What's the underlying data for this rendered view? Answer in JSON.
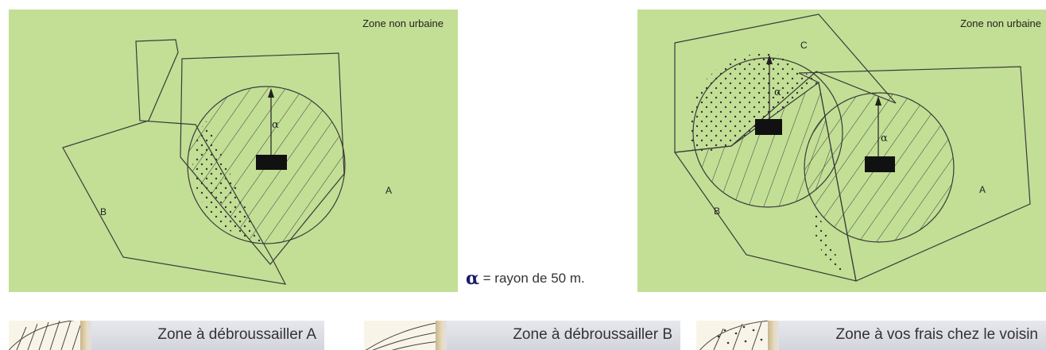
{
  "left_panel": {
    "zone_label": "Zone non urbaine",
    "plot_labels": [
      "B",
      "A"
    ],
    "radius_symbol": "α"
  },
  "right_panel": {
    "zone_label": "Zone non urbaine",
    "plot_labels": [
      "C",
      "B",
      "A"
    ],
    "radius_symbol": "α"
  },
  "note": {
    "symbol": "α",
    "text": " = rayon de 50 m."
  },
  "legend": [
    {
      "pattern": "diagonal-hatch",
      "label": "Zone à débroussailler A"
    },
    {
      "pattern": "curved-lines",
      "label": "Zone à débroussailler B"
    },
    {
      "pattern": "dotted",
      "label": "Zone à vos frais chez le voisin"
    }
  ],
  "colors": {
    "panel_background": "#c2df95",
    "line": "#3a3a3a",
    "building": "#111111",
    "legend_background": "#dcdde3"
  }
}
